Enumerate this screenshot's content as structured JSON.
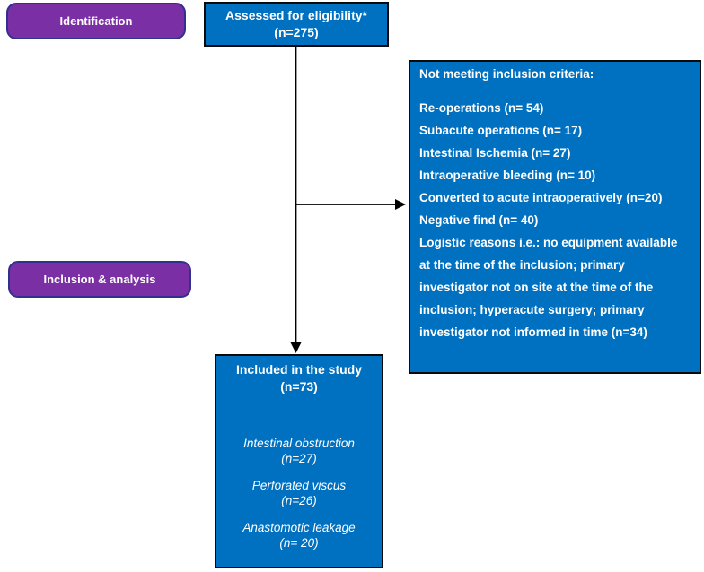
{
  "figure": {
    "type": "study-flow-diagram"
  },
  "colors": {
    "box_blue": "#0070c0",
    "box_purple": "#7b2fa5",
    "purple_border": "#31308f",
    "blue_border": "#0a0a0a",
    "text": "#ffffff",
    "arrow": "#000000"
  },
  "stages": {
    "identification": "Identification",
    "inclusion_analysis": "Inclusion & analysis"
  },
  "boxes": {
    "assessed": {
      "line1": "Assessed for eligibility*",
      "line2": "(n=275)"
    },
    "not_meeting": {
      "title": "Not meeting inclusion criteria:",
      "items": [
        "Re-operations (n= 54)",
        "Subacute operations (n= 17)",
        "Intestinal Ischemia (n= 27)",
        "Intraoperative bleeding (n= 10)",
        "Converted to acute intraoperatively (n=20)",
        "Negative find (n= 40)",
        "Logistic reasons i.e.: no equipment available at the time of the inclusion; primary investigator not on site at the time of the inclusion; hyperacute surgery; primary investigator not informed in time (n=34)"
      ]
    },
    "included": {
      "line1": "Included in the study",
      "line2": "(n=73)",
      "subgroups": [
        {
          "name": "Intestinal obstruction",
          "n": "(n=27)"
        },
        {
          "name": "Perforated viscus",
          "n": "(n=26)"
        },
        {
          "name": "Anastomotic leakage",
          "n": "(n= 20)"
        }
      ]
    }
  }
}
